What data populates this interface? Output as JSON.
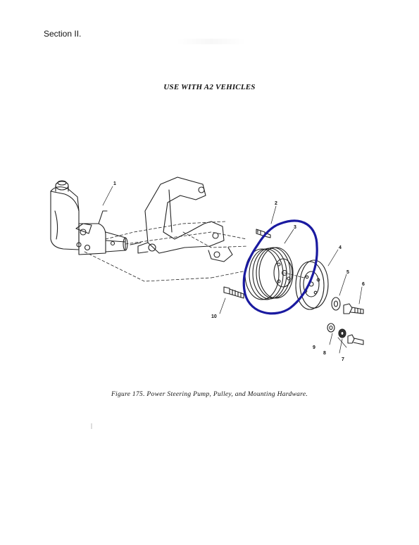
{
  "header": {
    "section": "Section II."
  },
  "document": {
    "heading": "USE WITH A2 VEHICLES",
    "caption": "Figure 175. Power Steering Pump, Pulley, and Mounting Hardware."
  },
  "figure": {
    "callouts": [
      "1",
      "2",
      "3",
      "4",
      "5",
      "6",
      "7",
      "8",
      "9",
      "10"
    ],
    "highlight_color": "#1a1aa0"
  }
}
